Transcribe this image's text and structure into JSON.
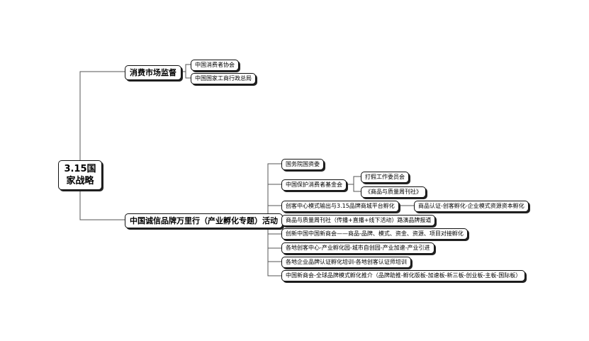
{
  "root": {
    "line1": "3.15国",
    "line2": "家战略"
  },
  "branch1": {
    "label": "消费市场监督",
    "children": [
      "中国消费者协会",
      "中国国家工商行政总局"
    ]
  },
  "branch2": {
    "label": "中国诚信品牌万里行（产业孵化专题）活动",
    "children": [
      {
        "label": "国务院国资委"
      },
      {
        "label": "中国保护消费者基金会",
        "children": [
          "打假工作委员会",
          "《商品与质量周刊社》"
        ]
      },
      {
        "label": "创客中心模式输出与3.15品牌商城平台孵化",
        "children": [
          "商品认证-创客孵化-企业模式资源资本孵化"
        ]
      },
      {
        "label": "商品与质量周刊社（传播+直播+线下活动）路演品牌报道"
      },
      {
        "label": "创新中国中国新商会——商品-品牌、模式、资金、资源、项目对接孵化"
      },
      {
        "label": "各地创客中心-产业孵化园-城市自创园-产业加速-产业引进"
      },
      {
        "label": "各地企业品牌认证孵化培训-各地创客认证师培训"
      },
      {
        "label": "中国新商会-全球品牌模式孵化推介（品牌助推-孵化版板-加速板-新三板-创业板-主板-国际板）"
      }
    ]
  }
}
